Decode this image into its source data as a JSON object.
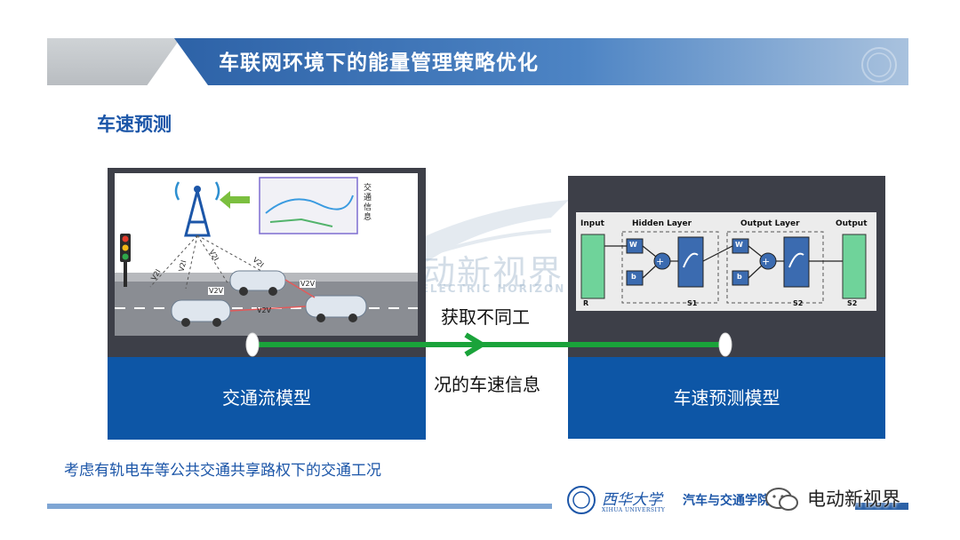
{
  "header": {
    "title": "车联网环境下的能量管理策略优化"
  },
  "section": {
    "title": "车速预测"
  },
  "watermark": {
    "main": "电动新视界",
    "sub": "NEW ELECTRIC HORIZON"
  },
  "left_panel": {
    "label": "交通流模型",
    "map_caption": "交通信息",
    "links": [
      "V2I",
      "V2I",
      "V2I",
      "V2I",
      "V2V",
      "V2V",
      "V2V"
    ]
  },
  "right_panel": {
    "label": "车速预测模型",
    "nn": {
      "input": "Input",
      "hidden": "Hidden Layer",
      "output_layer": "Output Layer",
      "output": "Output",
      "weight": "W",
      "bias": "b",
      "r": "R",
      "s1": "S1",
      "s2": "S2",
      "s2b": "S2"
    }
  },
  "arrow": {
    "line1": "获取不同工",
    "line2": "况的车速信息"
  },
  "footer": {
    "note": "考虑有轨电车等公共交通共享路权下的交通工况",
    "university_cn": "西华大学",
    "university_en": "XIHUA UNIVERSITY",
    "college": "汽车与交通学院",
    "wechat": "电动新视界"
  },
  "colors": {
    "brand_blue": "#0d56a6",
    "title_blue": "#1c56a8",
    "arrow_green": "#1aa33a",
    "panel_dark": "#3d3f48"
  }
}
